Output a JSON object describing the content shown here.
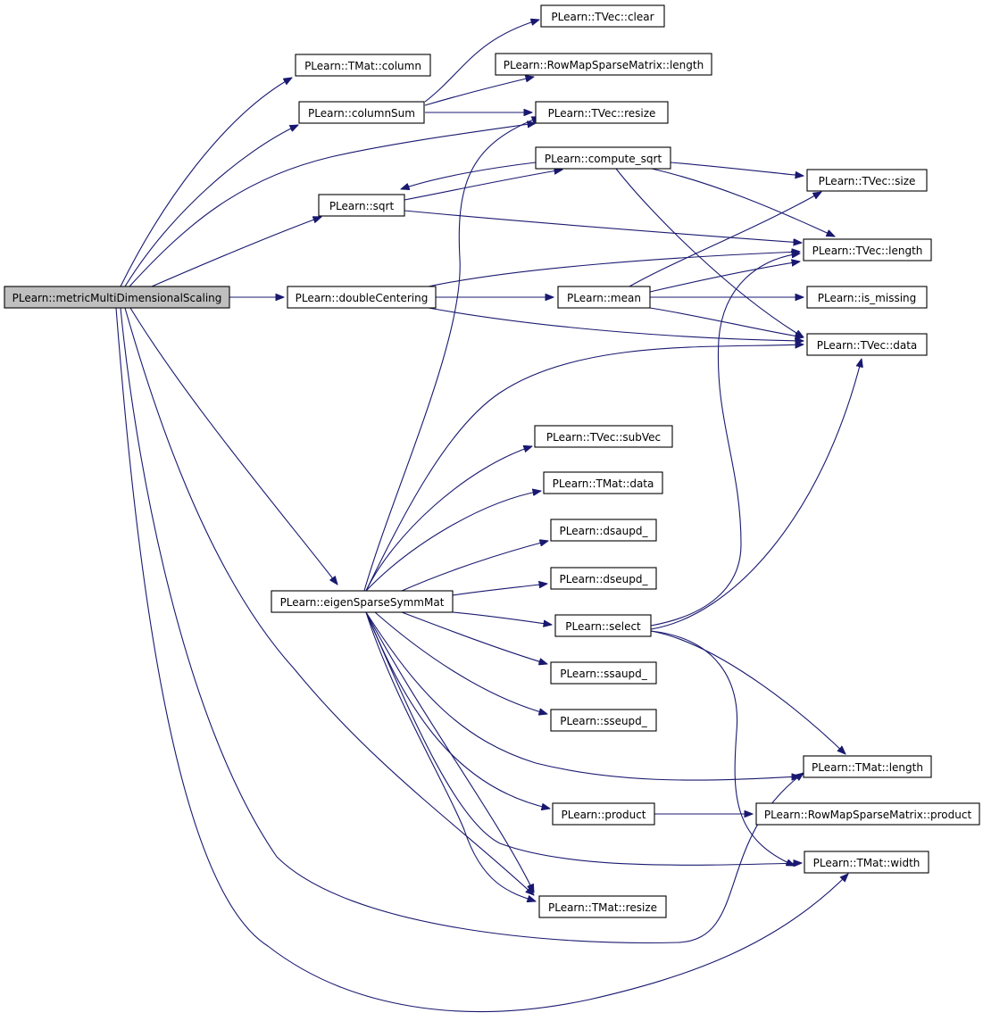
{
  "colors": {
    "edge": "#191970",
    "node_fill": "#ffffff",
    "root_fill": "#bfbfbf",
    "node_border": "#000000"
  },
  "nodes": [
    {
      "id": "mmds",
      "label": "PLearn::metricMultiDimensionalScaling",
      "root": true
    },
    {
      "id": "tmat_column",
      "label": "PLearn::TMat::column"
    },
    {
      "id": "columnSum",
      "label": "PLearn::columnSum"
    },
    {
      "id": "tvec_clear",
      "label": "PLearn::TVec::clear"
    },
    {
      "id": "rmsm_length",
      "label": "PLearn::RowMapSparseMatrix::length"
    },
    {
      "id": "tvec_resize",
      "label": "PLearn::TVec::resize"
    },
    {
      "id": "compute_sqrt",
      "label": "PLearn::compute_sqrt"
    },
    {
      "id": "sqrt",
      "label": "PLearn::sqrt"
    },
    {
      "id": "tvec_size",
      "label": "PLearn::TVec::size"
    },
    {
      "id": "tvec_length",
      "label": "PLearn::TVec::length"
    },
    {
      "id": "doubleCentering",
      "label": "PLearn::doubleCentering"
    },
    {
      "id": "mean",
      "label": "PLearn::mean"
    },
    {
      "id": "is_missing",
      "label": "PLearn::is_missing"
    },
    {
      "id": "tvec_data",
      "label": "PLearn::TVec::data"
    },
    {
      "id": "tvec_subVec",
      "label": "PLearn::TVec::subVec"
    },
    {
      "id": "tmat_data",
      "label": "PLearn::TMat::data"
    },
    {
      "id": "dsaupd",
      "label": "PLearn::dsaupd_"
    },
    {
      "id": "dseupd",
      "label": "PLearn::dseupd_"
    },
    {
      "id": "eigen",
      "label": "PLearn::eigenSparseSymmMat"
    },
    {
      "id": "select",
      "label": "PLearn::select"
    },
    {
      "id": "ssaupd",
      "label": "PLearn::ssaupd_"
    },
    {
      "id": "sseupd",
      "label": "PLearn::sseupd_"
    },
    {
      "id": "tmat_length",
      "label": "PLearn::TMat::length"
    },
    {
      "id": "product",
      "label": "PLearn::product"
    },
    {
      "id": "rmsm_product",
      "label": "PLearn::RowMapSparseMatrix::product"
    },
    {
      "id": "tmat_width",
      "label": "PLearn::TMat::width"
    },
    {
      "id": "tmat_resize",
      "label": "PLearn::TMat::resize"
    }
  ],
  "edges": [
    [
      "mmds",
      "tmat_column"
    ],
    [
      "mmds",
      "columnSum"
    ],
    [
      "mmds",
      "tvec_resize"
    ],
    [
      "mmds",
      "sqrt"
    ],
    [
      "mmds",
      "doubleCentering"
    ],
    [
      "mmds",
      "eigen"
    ],
    [
      "mmds",
      "tmat_resize"
    ],
    [
      "mmds",
      "tmat_length"
    ],
    [
      "mmds",
      "tmat_width"
    ],
    [
      "columnSum",
      "tvec_clear"
    ],
    [
      "columnSum",
      "rmsm_length"
    ],
    [
      "columnSum",
      "tvec_resize"
    ],
    [
      "sqrt",
      "compute_sqrt"
    ],
    [
      "sqrt",
      "tvec_length"
    ],
    [
      "compute_sqrt",
      "sqrt"
    ],
    [
      "compute_sqrt",
      "tvec_size"
    ],
    [
      "compute_sqrt",
      "tvec_length"
    ],
    [
      "compute_sqrt",
      "tvec_data"
    ],
    [
      "doubleCentering",
      "tvec_length"
    ],
    [
      "doubleCentering",
      "mean"
    ],
    [
      "doubleCentering",
      "tvec_data"
    ],
    [
      "mean",
      "tvec_size"
    ],
    [
      "mean",
      "tvec_length"
    ],
    [
      "mean",
      "is_missing"
    ],
    [
      "mean",
      "tvec_data"
    ],
    [
      "eigen",
      "tvec_resize"
    ],
    [
      "eigen",
      "tvec_data"
    ],
    [
      "eigen",
      "tvec_subVec"
    ],
    [
      "eigen",
      "tmat_data"
    ],
    [
      "eigen",
      "dsaupd"
    ],
    [
      "eigen",
      "dseupd"
    ],
    [
      "eigen",
      "select"
    ],
    [
      "eigen",
      "ssaupd"
    ],
    [
      "eigen",
      "sseupd"
    ],
    [
      "eigen",
      "tmat_length"
    ],
    [
      "eigen",
      "product"
    ],
    [
      "eigen",
      "tmat_width"
    ],
    [
      "eigen",
      "tmat_resize"
    ],
    [
      "select",
      "tvec_length"
    ],
    [
      "select",
      "tvec_data"
    ],
    [
      "select",
      "tmat_length"
    ],
    [
      "select",
      "tmat_width"
    ],
    [
      "product",
      "rmsm_product"
    ]
  ]
}
